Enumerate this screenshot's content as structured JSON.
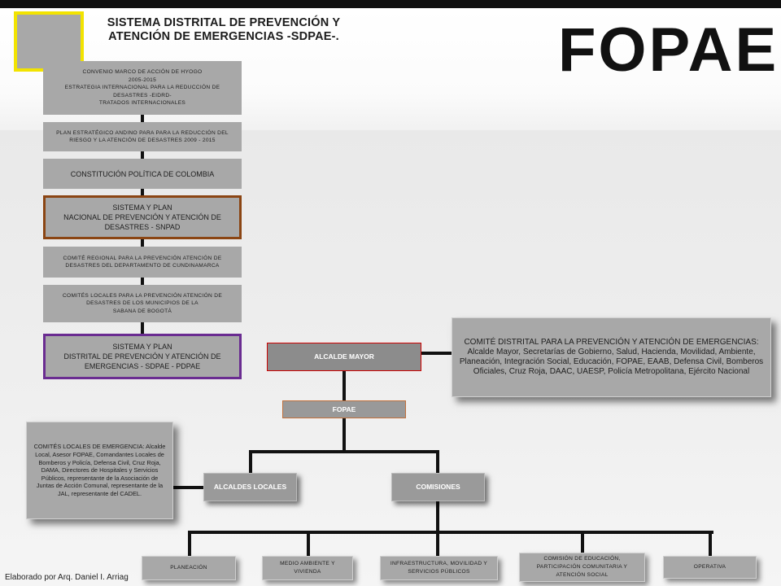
{
  "header": {
    "title": "SISTEMA DISTRITAL DE PREVENCIÓN Y\nATENCIÓN DE EMERGENCIAS -SDPAE-.",
    "brand": "FOPAE"
  },
  "framework_boxes": [
    "CONVENIO MARCO DE ACCIÓN DE HYOGO\n2005-2015\nESTRATEGIA INTERNACIONAL PARA LA REDUCCIÓN DE DESASTRES -EIDRD-\nTRATADOS INTERNACIONALES",
    "PLAN ESTRATÉGICO ANDINO PARA PARA LA REDUCCIÓN DEL RIESGO Y LA ATENCIÓN DE DESASTRES 2009 - 2015",
    "CONSTITUCIÓN POLÍTICA DE COLOMBIA",
    "SISTEMA Y PLAN\nNACIONAL DE PREVENCIÓN Y ATENCIÓN DE DESASTRES - SNPAD",
    "COMITÉ REGIONAL PARA LA PREVENCIÓN ATENCIÓN DE DESASTRES DEL DEPARTAMENTO DE CUNDINAMARCA",
    "COMITÉS LOCALES PARA LA PREVENCIÓN ATENCIÓN DE DESASTRES DE LOS MUNICIPIOS DE LA\nSABANA DE BOGOTÁ",
    "SISTEMA Y PLAN\nDISTRITAL DE PREVENCIÓN Y ATENCIÓN DE EMERGENCIAS - SDPAE - PDPAE"
  ],
  "org": {
    "mayor": "ALCALDE MAYOR",
    "fopae": "FOPAE",
    "local_mayors": "ALCALDES LOCALES",
    "commissions": "COMISIONES"
  },
  "notes": {
    "district_committee": "COMITÉ DISTRITAL PARA LA PREVENCIÓN Y ATENCIÓN DE EMERGENCIAS:\nAlcalde Mayor, Secretarías de Gobierno, Salud, Hacienda, Movilidad, Ambiente, Planeación, Integración Social, Educación, FOPAE, EAAB, Defensa Civil, Bomberos Oficiales, Cruz Roja, DAAC, UAESP, Policía Metropolitana, Ejército Nacional",
    "local_committees": "COMITÉS LOCALES DE EMERGENCIA: Alcalde Local, Asesor FOPAE, Comandantes Locales de Bomberos y Policía, Defensa Civil, Cruz Roja, DAMA, Directores de Hospitales y Servicios Públicos, representante de la Asociación de Juntas de Acción Comunal, representante de la JAL, representante del CADEL."
  },
  "commissions": [
    "PLANEACIÓN",
    "MEDIO AMBIENTE Y VIVIENDA",
    "INFRAESTRUCTURA, MOVILIDAD Y SERVICIOS PÚBLICOS",
    "COMISIÓN DE EDUCACIÓN, PARTICIPACIÓN COMUNITARIA Y ATENCIÓN SOCIAL",
    "OPERATIVA"
  ],
  "footer": {
    "credit": "Elaborado por Arq. Daniel I. Arriag"
  },
  "colors": {
    "box_gray": "#a8a8a8",
    "logo_border": "#f2e300",
    "snpad_border": "#8b4513",
    "sdpae_border": "#6a2c91",
    "mayor_border": "#cc0000",
    "fopae_border": "#c0703c"
  }
}
